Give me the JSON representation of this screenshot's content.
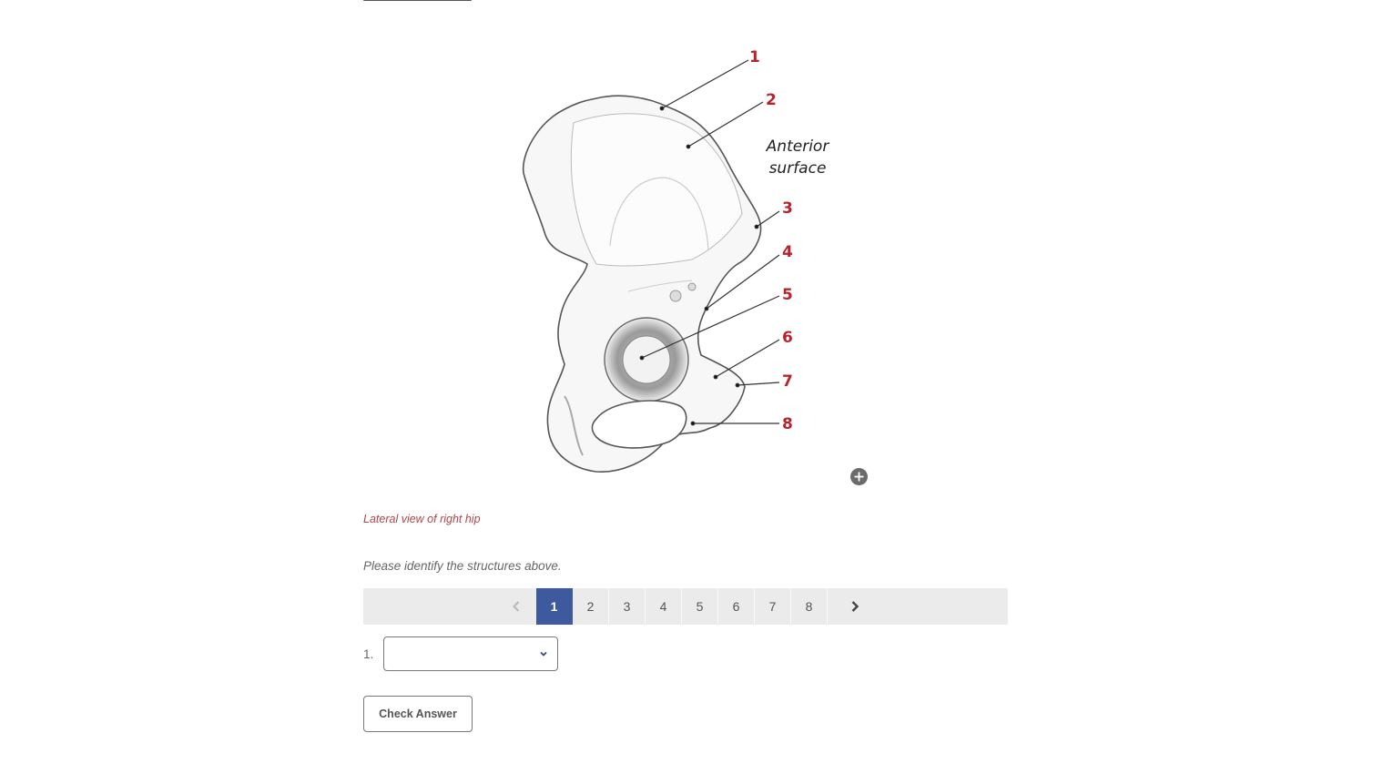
{
  "figure": {
    "annotation": "Anterior surface",
    "labels": [
      "1",
      "2",
      "3",
      "4",
      "5",
      "6",
      "7",
      "8"
    ],
    "caption": "Lateral view of right hip",
    "zoom_icon": "plus-circle-icon"
  },
  "question": {
    "instructions": "Please identify the structures above."
  },
  "pagination": {
    "prev_icon": "chevron-left-icon",
    "next_icon": "chevron-right-icon",
    "pages": [
      "1",
      "2",
      "3",
      "4",
      "5",
      "6",
      "7",
      "8"
    ],
    "active_page": "1",
    "accent_color": "#3d5a9e"
  },
  "answer": {
    "number_label": "1.",
    "selected_value": "",
    "dropdown_icon": "chevron-down-icon"
  },
  "actions": {
    "check_answer_label": "Check Answer"
  },
  "colors": {
    "label_red": "#b5242f",
    "caption_color": "#b0454c"
  }
}
